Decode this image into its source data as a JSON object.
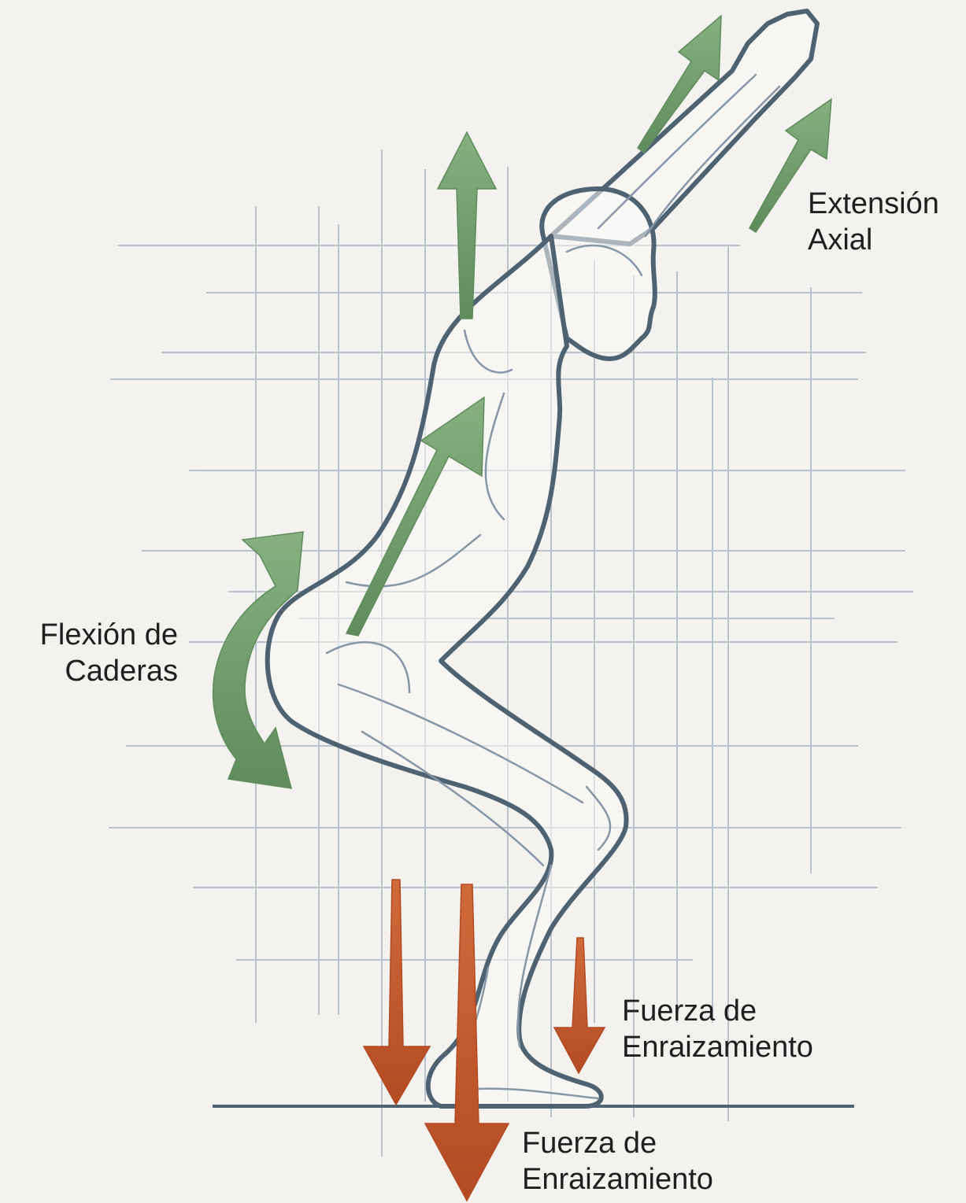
{
  "labels": {
    "axial_extension": {
      "line1": "Extensión",
      "line2": "Axial"
    },
    "hip_flexion": {
      "line1": "Flexión de",
      "line2": "Caderas"
    },
    "rooting_small": {
      "line1": "Fuerza de",
      "line2": "Enraizamiento"
    },
    "rooting_large": {
      "line1": "Fuerza de",
      "line2": "Enraizamiento"
    }
  },
  "colors": {
    "background": "#f3f2ee",
    "grid": "#aab7c6",
    "figure_outline": "#4f6272",
    "figure_detail": "#8796a5",
    "green_arrow": "#6f9c6c",
    "red_arrow": "#c45a2e",
    "ground": "#4f6272"
  },
  "icons": {
    "up_arrows": "green-up-arrow",
    "curved_arrow": "green-curved-double-arrow",
    "down_arrows": "red-down-arrow"
  }
}
